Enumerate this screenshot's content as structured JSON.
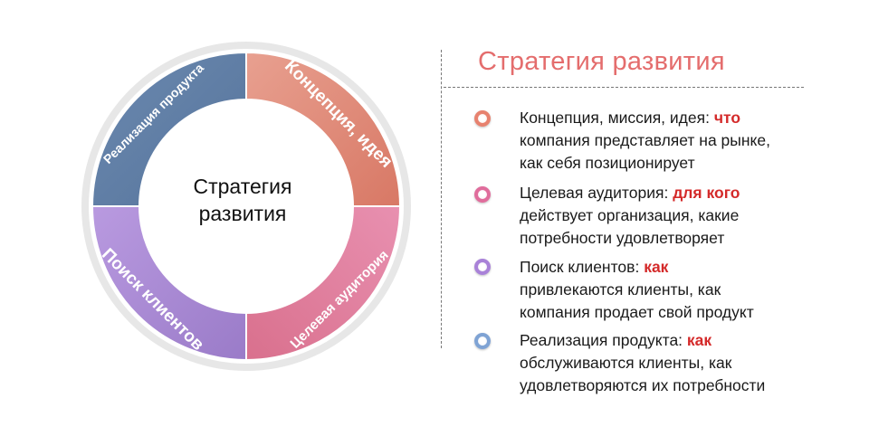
{
  "diagram": {
    "center_text": [
      "Стратегия",
      "развития"
    ],
    "segments": [
      {
        "label": "Концепция, идея",
        "color": "#df8a79"
      },
      {
        "label": "Целевая аудитория",
        "color": "#e07898"
      },
      {
        "label": "Поиск клиентов",
        "color": "#a98ad2"
      },
      {
        "label": "Реализация продукта",
        "color": "#5f7fa8"
      }
    ]
  },
  "panel": {
    "title": "Стратегия развития",
    "items": [
      {
        "lead": "Концепция, миссия, идея:",
        "accent": "что",
        "rest_line1": "компания представляет на рынке,",
        "rest_line2": "как себя позиционирует",
        "bullet_color": "#e7826f"
      },
      {
        "lead": "Целевая аудитория:",
        "accent": "для кого",
        "rest_line1": "действует организация, какие",
        "rest_line2": "потребности удовлетворяет",
        "bullet_color": "#e06d9c"
      },
      {
        "lead": "Поиск клиентов:",
        "accent": "как",
        "rest_line1": "привлекаются клиенты, как",
        "rest_line2": "компания продает  свой продукт",
        "bullet_color": "#a982d8"
      },
      {
        "lead": "Реализация продукта:",
        "accent": "как",
        "rest_line1": "обслуживаются клиенты, как",
        "rest_line2": "удовлетворяются их потребности",
        "bullet_color": "#7fa3d4"
      }
    ]
  }
}
